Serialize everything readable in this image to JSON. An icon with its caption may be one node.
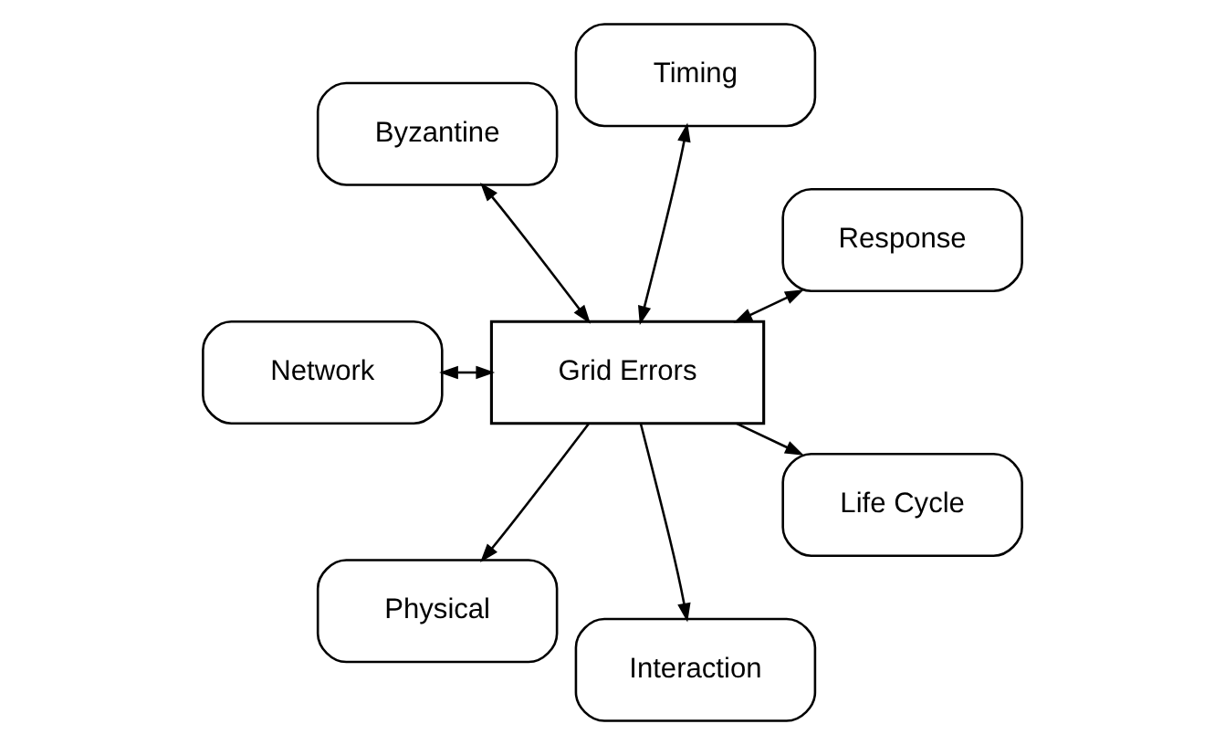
{
  "diagram": {
    "nodes": [
      {
        "text": [
          "Response"
        ]
      },
      {
        "text": [
          "Timing"
        ]
      },
      {
        "text": [
          "Byzantine"
        ]
      },
      {
        "text": [
          "Grid Errors"
        ]
      },
      {
        "text": [
          "Network"
        ]
      },
      {
        "text": [
          "Physical"
        ]
      },
      {
        "text": [
          "Interaction"
        ]
      },
      {
        "text": [
          "Life Cycle"
        ]
      }
    ],
    "edges": [
      {
        "from": 3,
        "to": 0,
        "arrow": "both"
      },
      {
        "from": 3,
        "to": 1,
        "arrow": "both"
      },
      {
        "from": 3,
        "to": 2,
        "arrow": "both"
      },
      {
        "from": 3,
        "to": 4,
        "arrow": "both"
      },
      {
        "from": 3,
        "to": 5,
        "arrow": "to"
      },
      {
        "from": 3,
        "to": 6,
        "arrow": "to"
      },
      {
        "from": 3,
        "to": 7,
        "arrow": "to"
      }
    ]
  }
}
